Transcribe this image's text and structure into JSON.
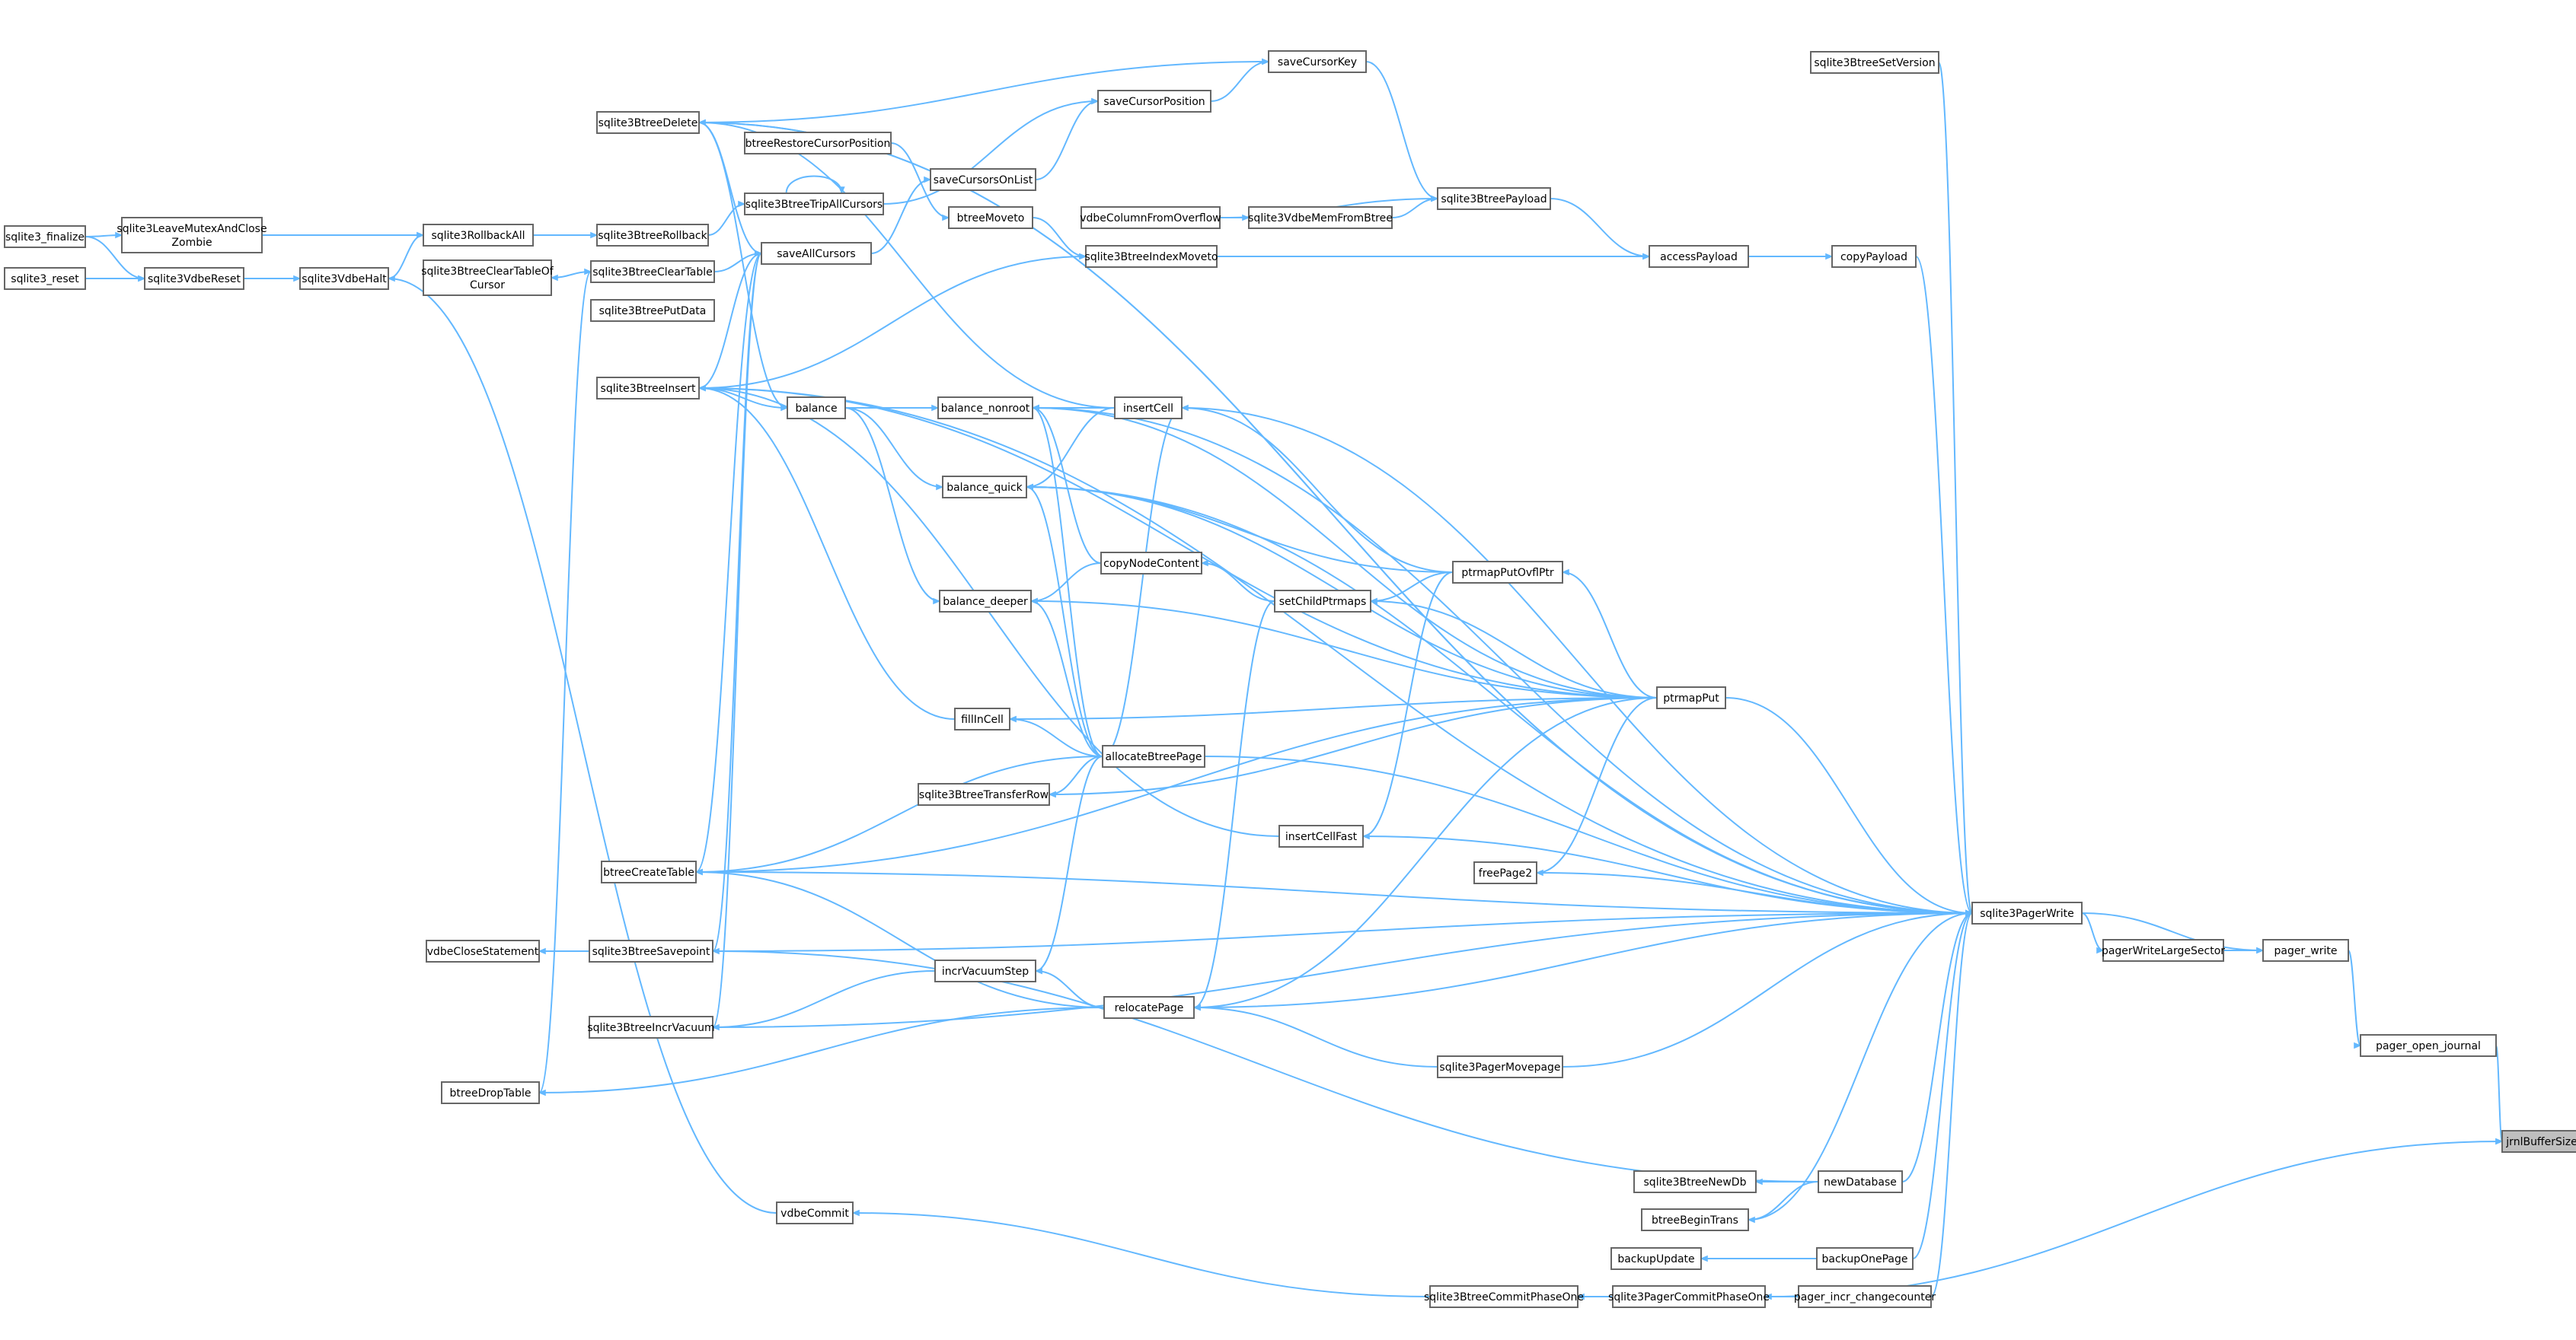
{
  "diagram": {
    "root": "jrnlBufferSize",
    "nodes": [
      {
        "id": "jrnlBufferSize",
        "lines": [
          "jrnlBufferSize"
        ]
      },
      {
        "id": "pager_open_journal",
        "lines": [
          "pager_open_journal"
        ]
      },
      {
        "id": "pager_write",
        "lines": [
          "pager_write"
        ]
      },
      {
        "id": "pagerWriteLargeSector",
        "lines": [
          "pagerWriteLargeSector"
        ]
      },
      {
        "id": "sqlite3PagerWrite",
        "lines": [
          "sqlite3PagerWrite"
        ]
      },
      {
        "id": "sqlite3BtreeGetVersion",
        "lines": [
          "sqlite3BtreeSetVersion"
        ]
      },
      {
        "id": "copyPayload",
        "lines": [
          "copyPayload"
        ]
      },
      {
        "id": "accessPayload",
        "lines": [
          "accessPayload"
        ]
      },
      {
        "id": "sqlite3BtreePayload",
        "lines": [
          "sqlite3BtreePayload"
        ]
      },
      {
        "id": "saveCursorKey",
        "lines": [
          "saveCursorKey"
        ]
      },
      {
        "id": "saveCursorPosition",
        "lines": [
          "saveCursorPosition"
        ]
      },
      {
        "id": "sqlite3BtreeDelete",
        "lines": [
          "sqlite3BtreeDelete"
        ]
      },
      {
        "id": "btreeRestoreCursorPosition",
        "lines": [
          "btreeRestoreCursorPosition"
        ]
      },
      {
        "id": "saveCursorsOnList",
        "lines": [
          "saveCursorsOnList"
        ]
      },
      {
        "id": "sqlite3BtreeTripAllCursors",
        "lines": [
          "sqlite3BtreeTripAllCursors"
        ]
      },
      {
        "id": "btreeMoveto",
        "lines": [
          "btreeMoveto"
        ]
      },
      {
        "id": "vdbeColumnFromOverflow",
        "lines": [
          "vdbeColumnFromOverflow"
        ]
      },
      {
        "id": "sqlite3VdbeMemFromBtree",
        "lines": [
          "sqlite3VdbeMemFromBtree"
        ]
      },
      {
        "id": "sqlite3BtreeIndexMoveto",
        "lines": [
          "sqlite3BtreeIndexMoveto"
        ]
      },
      {
        "id": "saveAllCursors",
        "lines": [
          "saveAllCursors"
        ]
      },
      {
        "id": "sqlite3BtreeRollback",
        "lines": [
          "sqlite3BtreeRollback"
        ]
      },
      {
        "id": "sqlite3RollbackAll",
        "lines": [
          "sqlite3RollbackAll"
        ]
      },
      {
        "id": "sqlite3LeaveMutexAndCloseZombie",
        "lines": [
          "sqlite3LeaveMutexAndClose",
          "Zombie"
        ]
      },
      {
        "id": "sqlite3_finalize",
        "lines": [
          "sqlite3_finalize"
        ]
      },
      {
        "id": "sqlite3BtreeClearTableOfCursor",
        "lines": [
          "sqlite3BtreeClearTableOf",
          "Cursor"
        ]
      },
      {
        "id": "sqlite3BtreeClearTable",
        "lines": [
          "sqlite3BtreeClearTable"
        ]
      },
      {
        "id": "sqlite3VdbeHalt",
        "lines": [
          "sqlite3VdbeHalt"
        ]
      },
      {
        "id": "sqlite3VdbeReset",
        "lines": [
          "sqlite3VdbeReset"
        ]
      },
      {
        "id": "sqlite3_reset",
        "lines": [
          "sqlite3_reset"
        ]
      },
      {
        "id": "sqlite3BtreePutData",
        "lines": [
          "sqlite3BtreePutData"
        ]
      },
      {
        "id": "sqlite3BtreeInsert",
        "lines": [
          "sqlite3BtreeInsert"
        ]
      },
      {
        "id": "balance",
        "lines": [
          "balance"
        ]
      },
      {
        "id": "balance_nonroot",
        "lines": [
          "balance_nonroot"
        ]
      },
      {
        "id": "insertCell",
        "lines": [
          "insertCell"
        ]
      },
      {
        "id": "balance_quick",
        "lines": [
          "balance_quick"
        ]
      },
      {
        "id": "copyNodeContent",
        "lines": [
          "copyNodeContent"
        ]
      },
      {
        "id": "ptrmapPutOvflPtr",
        "lines": [
          "ptrmapPutOvflPtr"
        ]
      },
      {
        "id": "balance_deeper",
        "lines": [
          "balance_deeper"
        ]
      },
      {
        "id": "setChildPtrmaps",
        "lines": [
          "setChildPtrmaps"
        ]
      },
      {
        "id": "ptrmapPut",
        "lines": [
          "ptrmapPut"
        ]
      },
      {
        "id": "fillInCell",
        "lines": [
          "fillInCell"
        ]
      },
      {
        "id": "allocateBtreePage",
        "lines": [
          "allocateBtreePage"
        ]
      },
      {
        "id": "sqlite3BtreeTransferRow",
        "lines": [
          "sqlite3BtreeTransferRow"
        ]
      },
      {
        "id": "insertCellFast",
        "lines": [
          "insertCellFast"
        ]
      },
      {
        "id": "btreeCreateTable",
        "lines": [
          "btreeCreateTable"
        ]
      },
      {
        "id": "freePage2",
        "lines": [
          "freePage2"
        ]
      },
      {
        "id": "vdbeCloseStatement",
        "lines": [
          "vdbeCloseStatement"
        ]
      },
      {
        "id": "sqlite3BtreeSavepoint",
        "lines": [
          "sqlite3BtreeSavepoint"
        ]
      },
      {
        "id": "incrVacuumStep",
        "lines": [
          "incrVacuumStep"
        ]
      },
      {
        "id": "relocatePage",
        "lines": [
          "relocatePage"
        ]
      },
      {
        "id": "sqlite3BtreeIncrVacuum",
        "lines": [
          "sqlite3BtreeIncrVacuum"
        ]
      },
      {
        "id": "sqlite3PagerMovepage",
        "lines": [
          "sqlite3PagerMovepage"
        ]
      },
      {
        "id": "btreeDropTable",
        "lines": [
          "btreeDropTable"
        ]
      },
      {
        "id": "sqlite3BtreeNewDb",
        "lines": [
          "sqlite3BtreeNewDb"
        ]
      },
      {
        "id": "newDatabase",
        "lines": [
          "newDatabase"
        ]
      },
      {
        "id": "btreeBeginTrans",
        "lines": [
          "btreeBeginTrans"
        ]
      },
      {
        "id": "vdbeCommit",
        "lines": [
          "vdbeCommit"
        ]
      },
      {
        "id": "backupUpdate",
        "lines": [
          "backupUpdate"
        ]
      },
      {
        "id": "backupOnePage",
        "lines": [
          "backupOnePage"
        ]
      },
      {
        "id": "sqlite3BtreeCommitPhaseOne",
        "lines": [
          "sqlite3BtreeCommitPhaseOne"
        ]
      },
      {
        "id": "sqlite3PagerCommitPhaseOne",
        "lines": [
          "sqlite3PagerCommitPhaseOne"
        ]
      },
      {
        "id": "pager_incr_changecounter",
        "lines": [
          "pager_incr_changecounter"
        ]
      }
    ],
    "edges": [
      {
        "from": "pager_open_journal",
        "to": "jrnlBufferSize"
      },
      {
        "from": "sqlite3PagerCommitPhaseOne",
        "to": "jrnlBufferSize"
      },
      {
        "from": "pager_write",
        "to": "pager_open_journal"
      },
      {
        "from": "sqlite3PagerWrite",
        "to": "pager_write"
      },
      {
        "from": "pagerWriteLargeSector",
        "to": "pager_write"
      },
      {
        "from": "sqlite3PagerWrite",
        "to": "pagerWriteLargeSector"
      },
      {
        "from": "sqlite3BtreeGetVersion",
        "to": "sqlite3PagerWrite"
      },
      {
        "from": "copyPayload",
        "to": "sqlite3PagerWrite"
      },
      {
        "from": "sqlite3BtreeDelete",
        "to": "sqlite3PagerWrite"
      },
      {
        "from": "balance_nonroot",
        "to": "sqlite3PagerWrite"
      },
      {
        "from": "sqlite3BtreeInsert",
        "to": "sqlite3PagerWrite"
      },
      {
        "from": "insertCell",
        "to": "sqlite3PagerWrite"
      },
      {
        "from": "balance_quick",
        "to": "sqlite3PagerWrite"
      },
      {
        "from": "ptrmapPut",
        "to": "sqlite3PagerWrite"
      },
      {
        "from": "allocateBtreePage",
        "to": "sqlite3PagerWrite"
      },
      {
        "from": "freePage2",
        "to": "sqlite3PagerWrite"
      },
      {
        "from": "insertCellFast",
        "to": "sqlite3PagerWrite"
      },
      {
        "from": "btreeCreateTable",
        "to": "sqlite3PagerWrite"
      },
      {
        "from": "relocatePage",
        "to": "sqlite3PagerWrite"
      },
      {
        "from": "sqlite3BtreeSavepoint",
        "to": "sqlite3PagerWrite"
      },
      {
        "from": "sqlite3BtreeIncrVacuum",
        "to": "sqlite3PagerWrite"
      },
      {
        "from": "sqlite3PagerMovepage",
        "to": "sqlite3PagerWrite"
      },
      {
        "from": "newDatabase",
        "to": "sqlite3PagerWrite"
      },
      {
        "from": "btreeBeginTrans",
        "to": "sqlite3PagerWrite"
      },
      {
        "from": "backupOnePage",
        "to": "sqlite3PagerWrite"
      },
      {
        "from": "pager_incr_changecounter",
        "to": "sqlite3PagerWrite"
      },
      {
        "from": "accessPayload",
        "to": "copyPayload"
      },
      {
        "from": "sqlite3BtreePayload",
        "to": "accessPayload"
      },
      {
        "from": "sqlite3BtreeIndexMoveto",
        "to": "accessPayload"
      },
      {
        "from": "saveCursorKey",
        "to": "sqlite3BtreePayload"
      },
      {
        "from": "sqlite3VdbeMemFromBtree",
        "to": "sqlite3BtreePayload"
      },
      {
        "from": "vdbeColumnFromOverflow",
        "to": "sqlite3BtreePayload"
      },
      {
        "from": "saveCursorPosition",
        "to": "saveCursorKey"
      },
      {
        "from": "sqlite3BtreeDelete",
        "to": "saveCursorKey"
      },
      {
        "from": "saveCursorsOnList",
        "to": "saveCursorPosition"
      },
      {
        "from": "sqlite3BtreeTripAllCursors",
        "to": "saveCursorPosition"
      },
      {
        "from": "btreeRestoreCursorPosition",
        "to": "btreeMoveto"
      },
      {
        "from": "vdbeColumnFromOverflow",
        "to": "sqlite3VdbeMemFromBtree"
      },
      {
        "from": "btreeMoveto",
        "to": "sqlite3BtreeIndexMoveto"
      },
      {
        "from": "sqlite3BtreeInsert",
        "to": "sqlite3BtreeIndexMoveto"
      },
      {
        "from": "saveAllCursors",
        "to": "saveCursorsOnList"
      },
      {
        "from": "sqlite3BtreeTripAllCursors",
        "to": "sqlite3BtreeTripAllCursors"
      },
      {
        "from": "sqlite3BtreeRollback",
        "to": "sqlite3BtreeTripAllCursors"
      },
      {
        "from": "sqlite3BtreeDelete",
        "to": "saveAllCursors"
      },
      {
        "from": "sqlite3BtreeClearTable",
        "to": "saveAllCursors"
      },
      {
        "from": "sqlite3BtreeInsert",
        "to": "saveAllCursors"
      },
      {
        "from": "sqlite3BtreeSavepoint",
        "to": "saveAllCursors"
      },
      {
        "from": "sqlite3BtreeIncrVacuum",
        "to": "saveAllCursors"
      },
      {
        "from": "btreeCreateTable",
        "to": "saveAllCursors"
      },
      {
        "from": "sqlite3RollbackAll",
        "to": "sqlite3BtreeRollback"
      },
      {
        "from": "sqlite3LeaveMutexAndCloseZombie",
        "to": "sqlite3RollbackAll"
      },
      {
        "from": "sqlite3VdbeHalt",
        "to": "sqlite3RollbackAll"
      },
      {
        "from": "sqlite3_finalize",
        "to": "sqlite3LeaveMutexAndCloseZombie"
      },
      {
        "from": "sqlite3BtreeClearTable",
        "to": "sqlite3BtreeClearTableOfCursor"
      },
      {
        "from": "btreeDropTable",
        "to": "sqlite3BtreeClearTable"
      },
      {
        "from": "sqlite3VdbeReset",
        "to": "sqlite3VdbeHalt"
      },
      {
        "from": "sqlite3_finalize",
        "to": "sqlite3VdbeReset"
      },
      {
        "from": "sqlite3_reset",
        "to": "sqlite3VdbeReset"
      },
      {
        "from": "vdbeCommit",
        "to": "sqlite3VdbeHalt"
      },
      {
        "from": "balance",
        "to": "sqlite3BtreeInsert"
      },
      {
        "from": "sqlite3BtreeDelete",
        "to": "balance"
      },
      {
        "from": "balance",
        "to": "balance_nonroot"
      },
      {
        "from": "insertCell",
        "to": "balance_nonroot"
      },
      {
        "from": "insertCell",
        "to": "sqlite3BtreeDelete"
      },
      {
        "from": "balance",
        "to": "balance_quick"
      },
      {
        "from": "insertCell",
        "to": "balance_quick"
      },
      {
        "from": "balance",
        "to": "balance_deeper"
      },
      {
        "from": "copyNodeContent",
        "to": "balance_deeper"
      },
      {
        "from": "copyNodeContent",
        "to": "balance_nonroot"
      },
      {
        "from": "ptrmapPutOvflPtr",
        "to": "balance_quick"
      },
      {
        "from": "ptrmapPutOvflPtr",
        "to": "insertCell"
      },
      {
        "from": "ptrmapPutOvflPtr",
        "to": "setChildPtrmaps"
      },
      {
        "from": "setChildPtrmaps",
        "to": "copyNodeContent"
      },
      {
        "from": "ptrmapPut",
        "to": "ptrmapPutOvflPtr"
      },
      {
        "from": "ptrmapPut",
        "to": "balance_nonroot"
      },
      {
        "from": "ptrmapPut",
        "to": "balance_quick"
      },
      {
        "from": "ptrmapPut",
        "to": "setChildPtrmaps"
      },
      {
        "from": "ptrmapPut",
        "to": "balance_deeper"
      },
      {
        "from": "ptrmapPut",
        "to": "fillInCell"
      },
      {
        "from": "ptrmapPut",
        "to": "sqlite3BtreeTransferRow"
      },
      {
        "from": "ptrmapPut",
        "to": "btreeCreateTable"
      },
      {
        "from": "ptrmapPut",
        "to": "relocatePage"
      },
      {
        "from": "ptrmapPut",
        "to": "freePage2"
      },
      {
        "from": "ptrmapPut",
        "to": "sqlite3BtreeInsert"
      },
      {
        "from": "fillInCell",
        "to": "sqlite3BtreeInsert"
      },
      {
        "from": "allocateBtreePage",
        "to": "balance_nonroot"
      },
      {
        "from": "allocateBtreePage",
        "to": "balance_quick"
      },
      {
        "from": "allocateBtreePage",
        "to": "balance_deeper"
      },
      {
        "from": "allocateBtreePage",
        "to": "fillInCell"
      },
      {
        "from": "allocateBtreePage",
        "to": "sqlite3BtreeTransferRow"
      },
      {
        "from": "allocateBtreePage",
        "to": "btreeCreateTable"
      },
      {
        "from": "allocateBtreePage",
        "to": "incrVacuumStep"
      },
      {
        "from": "allocateBtreePage",
        "to": "insertCell"
      },
      {
        "from": "insertCellFast",
        "to": "sqlite3BtreeInsert"
      },
      {
        "from": "setChildPtrmaps",
        "to": "relocatePage"
      },
      {
        "from": "ptrmapPutOvflPtr",
        "to": "insertCellFast"
      },
      {
        "from": "sqlite3BtreeSavepoint",
        "to": "vdbeCloseStatement"
      },
      {
        "from": "incrVacuumStep",
        "to": "sqlite3BtreeIncrVacuum"
      },
      {
        "from": "relocatePage",
        "to": "incrVacuumStep"
      },
      {
        "from": "relocatePage",
        "to": "btreeDropTable"
      },
      {
        "from": "relocatePage",
        "to": "btreeCreateTable"
      },
      {
        "from": "sqlite3PagerMovepage",
        "to": "relocatePage"
      },
      {
        "from": "newDatabase",
        "to": "sqlite3BtreeNewDb"
      },
      {
        "from": "newDatabase",
        "to": "btreeBeginTrans"
      },
      {
        "from": "backupOnePage",
        "to": "backupUpdate"
      },
      {
        "from": "sqlite3BtreeCommitPhaseOne",
        "to": "vdbeCommit"
      },
      {
        "from": "sqlite3PagerCommitPhaseOne",
        "to": "sqlite3BtreeCommitPhaseOne"
      },
      {
        "from": "pager_incr_changecounter",
        "to": "sqlite3PagerCommitPhaseOne"
      },
      {
        "from": "newDatabase",
        "to": "sqlite3BtreeSavepoint"
      },
      {
        "from": "sqlite3PagerWrite",
        "to": "sqlite3BtreeDelete"
      }
    ]
  },
  "colors": {
    "edge": "#63b8ff",
    "node_border": "#666666",
    "root_fill": "#bfbfbf",
    "node_fill": "#ffffff"
  }
}
